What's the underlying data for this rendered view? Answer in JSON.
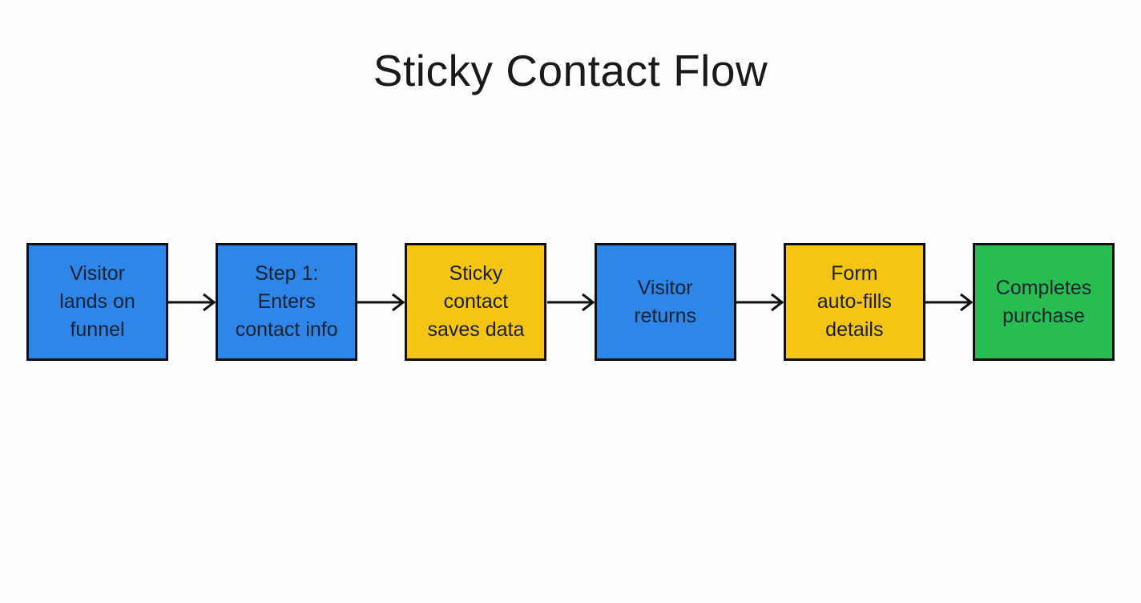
{
  "title": "Sticky Contact Flow",
  "palette": {
    "canvas_bg": "#fefefe",
    "title_color": "#1a1a1a",
    "node_text": "#17202e",
    "outline": "#0f0f0f",
    "arrow": "#0f0f0f",
    "node_blue": "#2e86e9",
    "node_yellow": "#f5c414",
    "node_green": "#28bd50"
  },
  "flow": {
    "connector_style": "right-arrow",
    "nodes": [
      {
        "id": "visitor-lands-on-funnel",
        "label": "Visitor\nlands on\nfunnel",
        "color": "node_blue"
      },
      {
        "id": "step-1-enters-contact-info",
        "label": "Step 1:\nEnters\ncontact info",
        "color": "node_blue"
      },
      {
        "id": "sticky-contact-saves-data",
        "label": "Sticky\ncontact\nsaves data",
        "color": "node_yellow"
      },
      {
        "id": "visitor-returns",
        "label": "Visitor\nreturns",
        "color": "node_blue"
      },
      {
        "id": "form-auto-fills-details",
        "label": "Form\nauto-fills\ndetails",
        "color": "node_yellow"
      },
      {
        "id": "completes-purchase",
        "label": "Completes\npurchase",
        "color": "node_green"
      }
    ]
  }
}
